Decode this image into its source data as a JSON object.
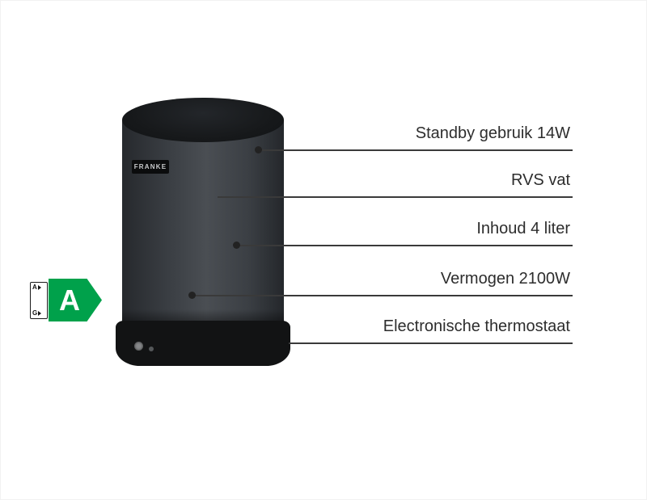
{
  "product": {
    "brand_logo": "FRANKE"
  },
  "callouts": [
    {
      "label": "Standby gebruik 14W"
    },
    {
      "label": "RVS vat"
    },
    {
      "label": "Inhoud 4 liter"
    },
    {
      "label": "Vermogen 2100W"
    },
    {
      "label": "Electronische thermostaat"
    }
  ],
  "energy_label": {
    "rating": "A",
    "scale_top": "A",
    "scale_bottom": "G",
    "color": "#00a14b"
  }
}
